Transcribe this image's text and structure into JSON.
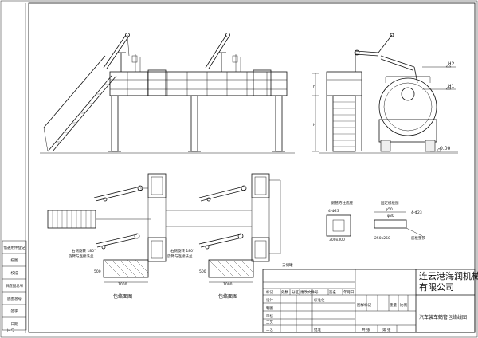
{
  "strip": [
    "借通用件登记",
    "描图",
    "校描",
    "旧底图总号",
    "底图总号",
    "签字",
    "日期"
  ],
  "footer_mark": "ト ワ",
  "dims": {
    "h_upper": "h",
    "h_lower": "H"
  },
  "levels": {
    "h2": "H2",
    "h1": "H1",
    "zero": "0.00"
  },
  "plan": {
    "pipe_note": "去储罐",
    "rotation_note": "右侧旋转 180°",
    "pad_note": "旋臂与连接法兰"
  },
  "foundation": {
    "width": "1000",
    "depth": "500",
    "title": "包络面图"
  },
  "details": {
    "anchor_title": "鹅管方柱底座",
    "anchor_spec": "4-Φ23",
    "anchor_size": "300x300",
    "plate_title": "固定模板图",
    "plate_dim_outer": "φ50",
    "plate_dim_inner": "φ30",
    "plate_size": "250x250",
    "plate_spec": "4-Φ23",
    "plate_note": "底板垫铁"
  },
  "title_block": {
    "cols": [
      "标记",
      "处数",
      "分区",
      "更改文件号",
      "签名",
      "年月日"
    ],
    "roles": [
      "设计",
      "制图",
      "审核",
      "工艺",
      "工艺"
    ],
    "standardize": "标准化",
    "approve": "批准",
    "stage_label": "图样标记",
    "weight_label": "重量",
    "scale_label": "比例",
    "sheets_total": "共 张",
    "sheet_no": "第 张",
    "company": [
      "连云港海润机械",
      "有限公司"
    ],
    "drawing_title": "汽车装车鹤管包络线图"
  }
}
